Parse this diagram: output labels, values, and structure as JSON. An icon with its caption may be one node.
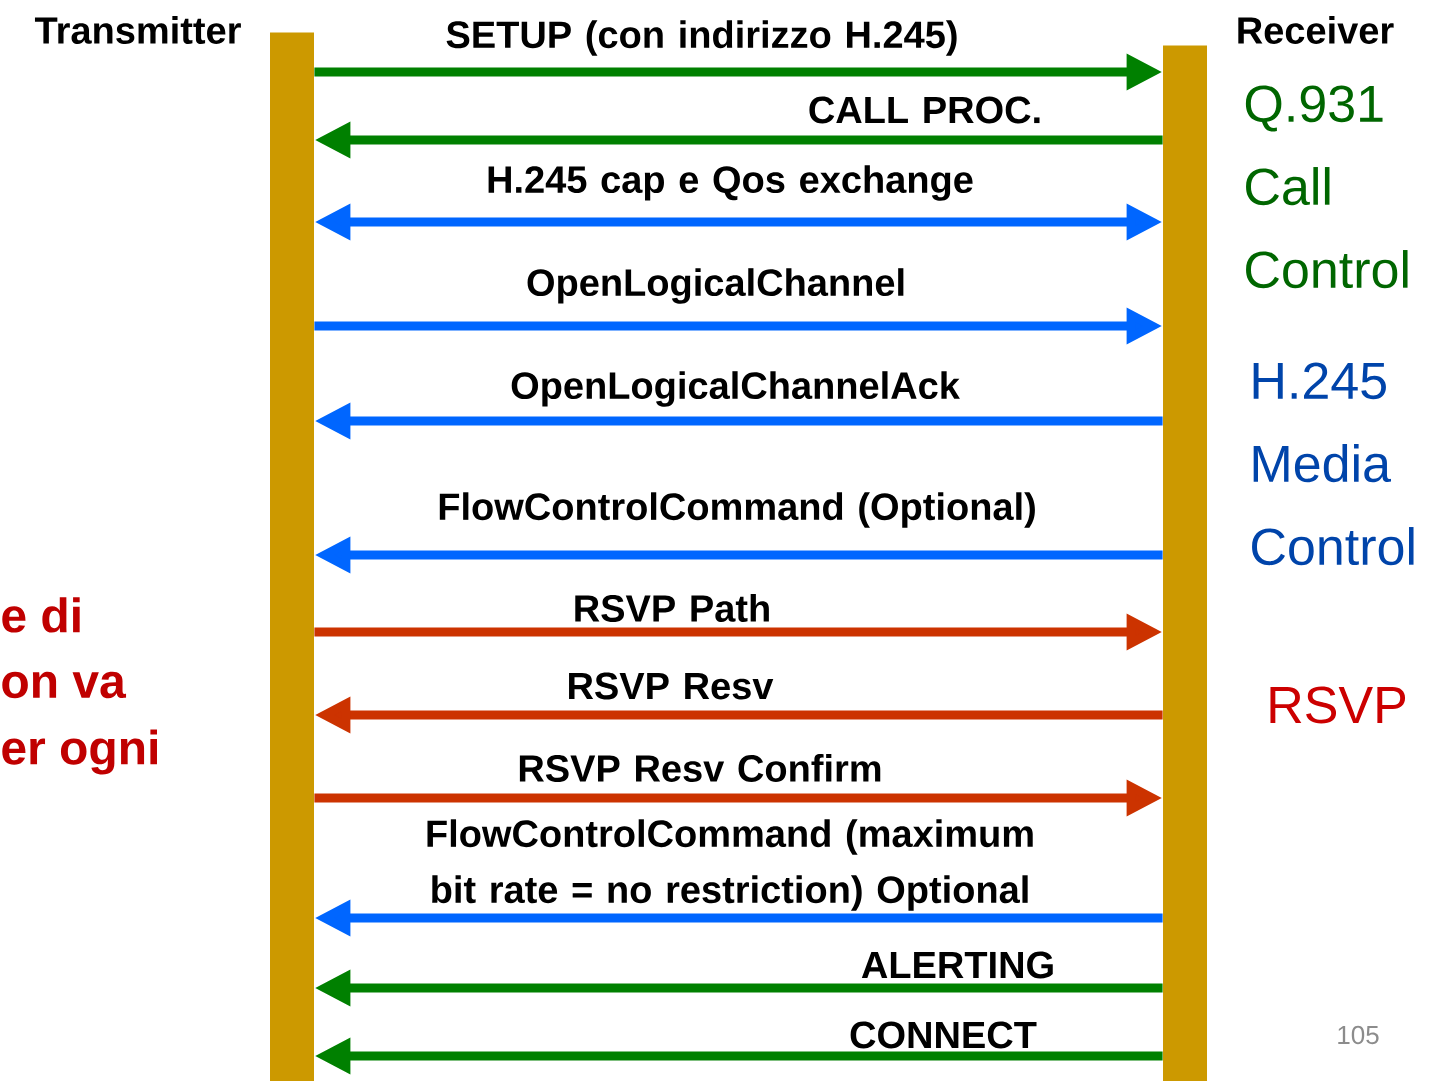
{
  "diagram": {
    "nodes": [
      {
        "text": [
          "Transmitter"
        ]
      },
      {
        "text": [
          "Receiver"
        ]
      }
    ],
    "edges": [
      {
        "from": 0,
        "to": 1,
        "arrow": "to",
        "label": "SETUP (con indirizzo H.245)",
        "color": "#008000"
      },
      {
        "from": 1,
        "to": 0,
        "arrow": "to",
        "label": "CALL PROC.",
        "color": "#008000"
      },
      {
        "from": 0,
        "to": 1,
        "arrow": "both",
        "label": "H.245 cap e Qos exchange"
      },
      {
        "from": 0,
        "to": 1,
        "arrow": "to",
        "label": "OpenLogicalChannel"
      },
      {
        "from": 1,
        "to": 0,
        "arrow": "to",
        "label": "OpenLogicalChannelAck"
      },
      {
        "from": 1,
        "to": 0,
        "arrow": "to",
        "label": "FlowControlCommand (Optional)"
      },
      {
        "from": 0,
        "to": 1,
        "arrow": "to",
        "label": "RSVP Path",
        "color": "#cc3300"
      },
      {
        "from": 1,
        "to": 0,
        "arrow": "to",
        "label": "RSVP Resv",
        "color": "#cc3300"
      },
      {
        "from": 0,
        "to": 1,
        "arrow": "to",
        "label": "RSVP Resv Confirm",
        "color": "#cc3300"
      },
      {
        "from": 1,
        "to": 0,
        "arrow": "to",
        "label": "FlowControlCommand (maximum bit rate = no restriction) Optional"
      },
      {
        "from": 1,
        "to": 0,
        "arrow": "to",
        "label": "ALERTING",
        "color": "#008000"
      },
      {
        "from": 1,
        "to": 0,
        "arrow": "to",
        "label": "CONNECT",
        "color": "#008000"
      }
    ],
    "labels": [
      "Q.931 Call Control",
      "H.245 Media Control",
      "RSVP",
      "e di",
      "on va",
      "er ogni",
      "105"
    ]
  }
}
